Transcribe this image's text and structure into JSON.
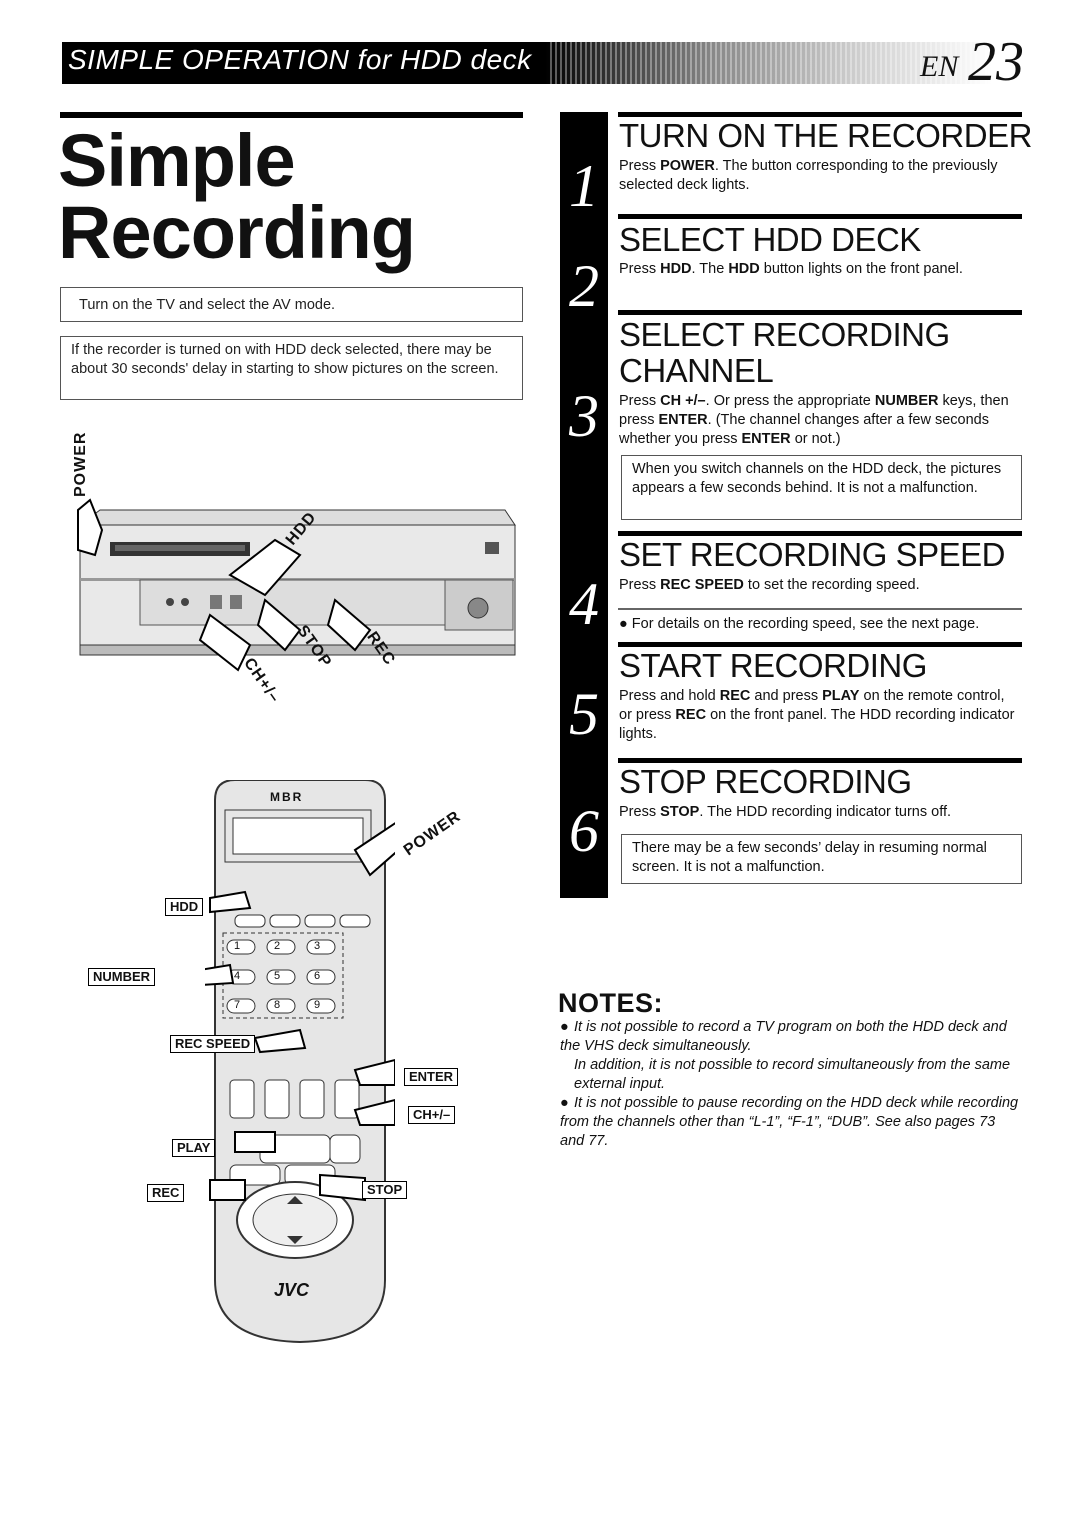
{
  "header": {
    "section_title": "SIMPLE OPERATION for HDD deck",
    "lang": "EN",
    "page_number": "23"
  },
  "title": {
    "line1": "Simple",
    "line2": "Recording"
  },
  "intro": {
    "box1": "Turn on the TV and select the AV mode.",
    "box2": "If the recorder is turned on with HDD deck selected, there may be about 30 seconds' delay in starting to show pictures on the screen."
  },
  "illustration": {
    "deck_labels": {
      "power": "POWER",
      "hdd": "HDD",
      "stop": "STOP",
      "rec": "REC",
      "ch": "CH+/–"
    },
    "remote_labels": {
      "hdd": "HDD",
      "number": "NUMBER",
      "rec_speed": "REC SPEED",
      "enter": "ENTER",
      "ch": "CH+/–",
      "play": "PLAY",
      "rec": "REC",
      "stop": "STOP",
      "power": "POWER",
      "brand": "JVC",
      "top_logo": "MBR"
    },
    "keypad": [
      "1",
      "2",
      "3",
      "4",
      "5",
      "6",
      "7",
      "8",
      "9"
    ]
  },
  "steps": [
    {
      "num": "1",
      "title": "TURN ON THE RECORDER",
      "text_a": "Press ",
      "bold_a": "POWER",
      "text_b": ". The button corresponding to the previously selected deck lights."
    },
    {
      "num": "2",
      "title": "SELECT HDD DECK",
      "text_a": "Press ",
      "bold_a": "HDD",
      "text_b": ". The ",
      "bold_b": "HDD",
      "text_c": " button lights on the front panel."
    },
    {
      "num": "3",
      "title_line1": "SELECT RECORDING",
      "title_line2": "CHANNEL",
      "text_a": "Press ",
      "bold_a": "CH +/–",
      "text_b": ". Or press the appropriate ",
      "bold_b": "NUMBER",
      "text_c": " keys, then press ",
      "bold_c": "ENTER",
      "text_d": ". (The channel changes after a few seconds whether you press ",
      "bold_d": "ENTER",
      "text_e": " or not.)",
      "note": "When you switch channels on the HDD deck, the pictures appears a few seconds behind. It is not a malfunction."
    },
    {
      "num": "4",
      "title": "SET RECORDING SPEED",
      "text_a": "Press ",
      "bold_a": "REC SPEED",
      "text_b": " to set the recording speed.",
      "bullet": "For details on the recording speed, see the next page."
    },
    {
      "num": "5",
      "title": "START RECORDING",
      "text_a": "Press and hold ",
      "bold_a": "REC",
      "text_b": " and press ",
      "bold_b": "PLAY",
      "text_c": " on the remote control, or press ",
      "bold_c": "REC",
      "text_d": " on the front panel. The HDD recording indicator lights."
    },
    {
      "num": "6",
      "title": "STOP RECORDING",
      "text_a": "Press ",
      "bold_a": "STOP",
      "text_b": ". The HDD recording indicator turns off.",
      "note": "There may be a few seconds’ delay in resuming normal screen. It is not a malfunction."
    }
  ],
  "notes": {
    "title": "NOTES:",
    "items": [
      {
        "main": "It is not possible to record a TV program on both the HDD deck and the VHS deck simultaneously.",
        "extra": "In addition, it is not possible to record simultaneously from the same external input."
      },
      {
        "main": "It is not possible to pause recording on the HDD deck while recording from the channels other than “L-1”, “F-1”, “DUB”. See also pages 73 and 77."
      }
    ]
  }
}
